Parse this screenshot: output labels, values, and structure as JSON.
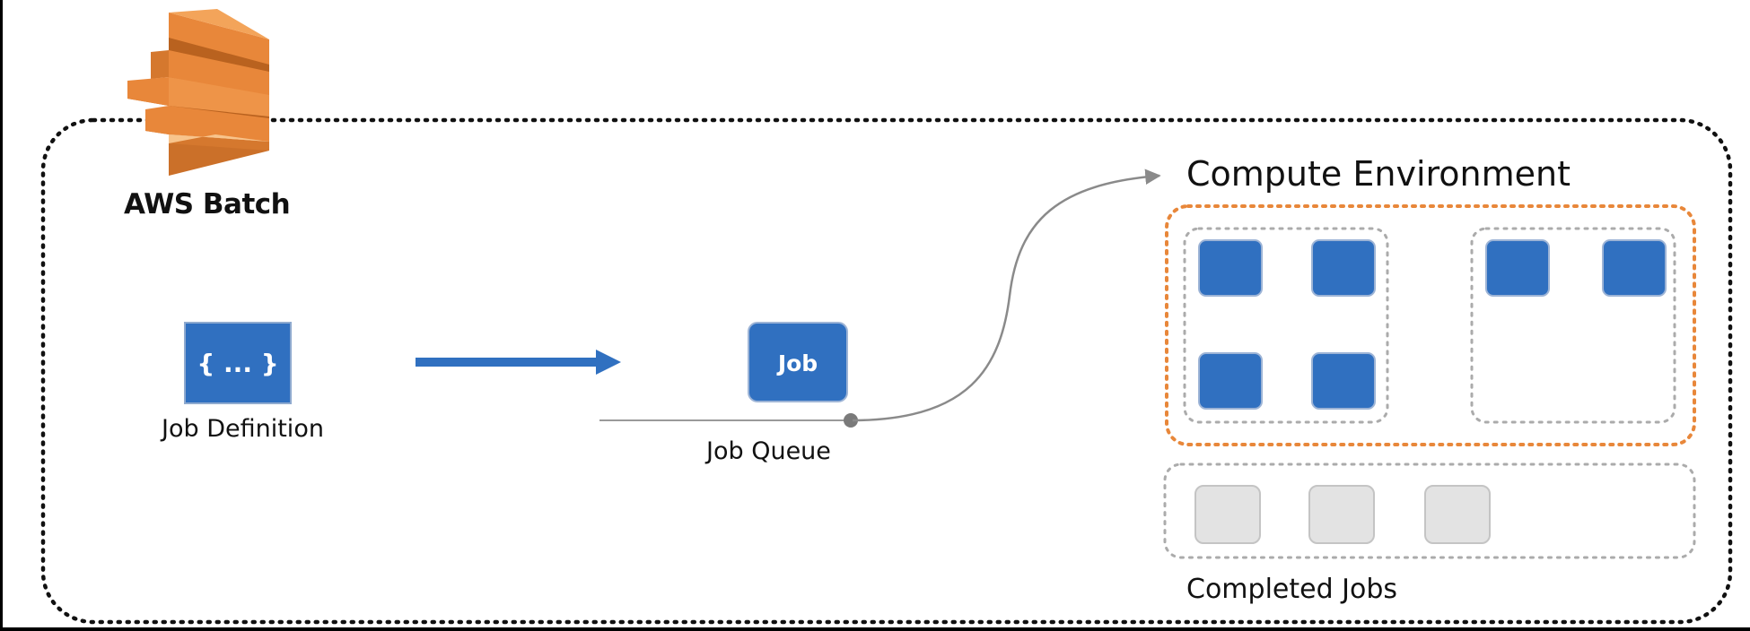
{
  "brand": {
    "name": "AWS Batch",
    "logo_icon": "aws-batch-icon",
    "logo_colors": [
      "#E8873A",
      "#F3A45A",
      "#B9621F",
      "#F8C48C"
    ]
  },
  "job_definition": {
    "symbol": "{ ... }",
    "label": "Job Definition",
    "icon": "curly-braces-icon",
    "color": "#3070C0"
  },
  "job": {
    "text": "Job",
    "color": "#3070C0"
  },
  "job_queue": {
    "label": "Job Queue"
  },
  "compute_environment": {
    "label": "Compute Environment",
    "border_color": "#E8873A",
    "instances": [
      {
        "running_jobs": 4
      },
      {
        "running_jobs": 2
      }
    ],
    "job_color": "#3070C0"
  },
  "completed_jobs": {
    "label": "Completed Jobs",
    "count": 3,
    "color": "#E3E3E3"
  },
  "colors": {
    "outline": "#111111",
    "arrow": "#3070C0",
    "connector": "#8A8A8A"
  }
}
